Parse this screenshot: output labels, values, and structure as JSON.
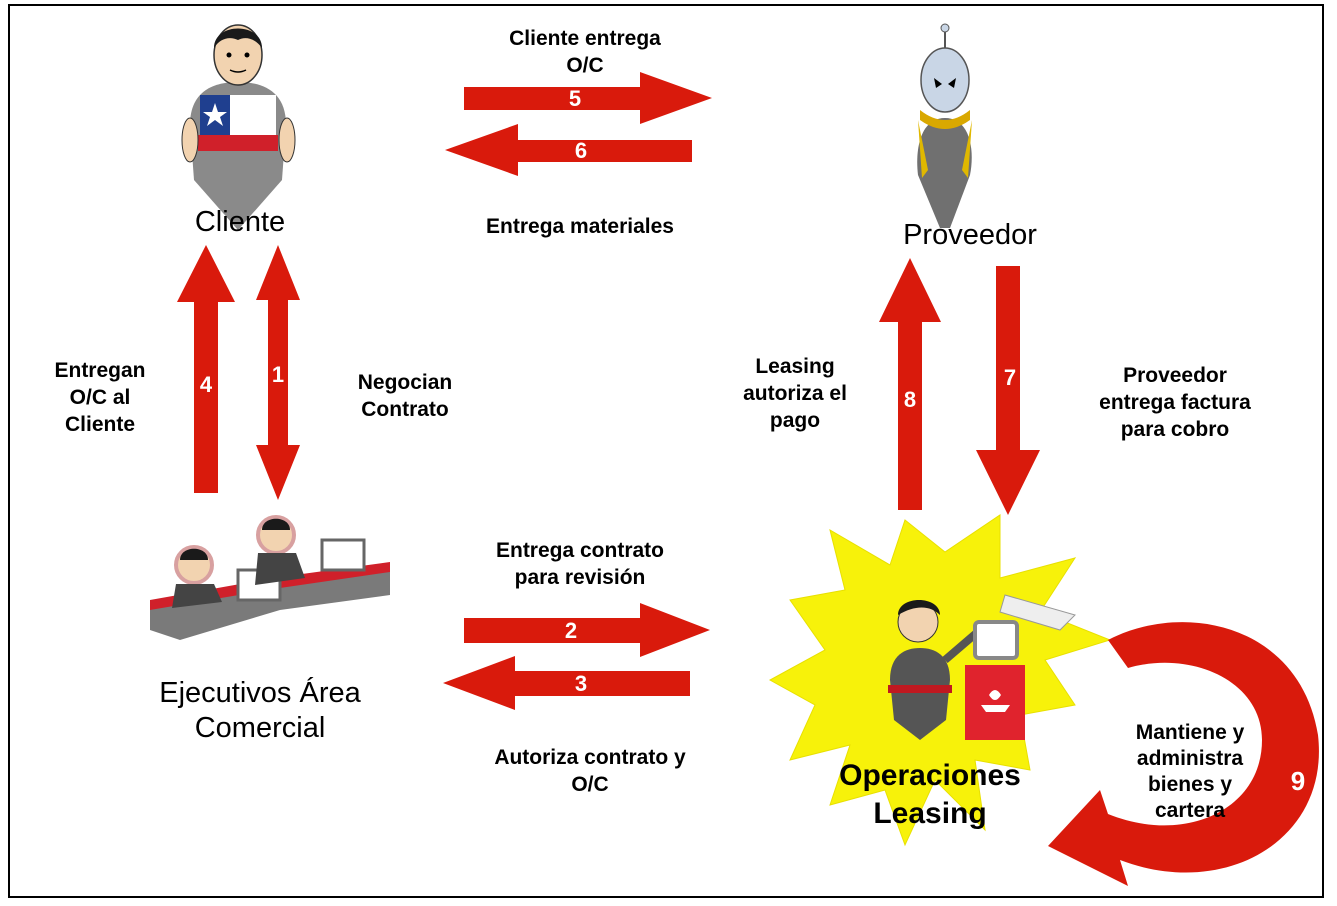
{
  "nodes": {
    "cliente": "Cliente",
    "proveedor": "Proveedor",
    "ejecutivos": [
      "Ejecutivos Área",
      "Comercial"
    ],
    "operaciones": [
      "Operaciones",
      "Leasing"
    ]
  },
  "steps": [
    {
      "number": "1",
      "label": [
        "Negocian",
        "Contrato"
      ]
    },
    {
      "number": "2",
      "label": [
        "Entrega contrato",
        "para revisión"
      ]
    },
    {
      "number": "3",
      "label": [
        "Autoriza contrato  y",
        "O/C"
      ]
    },
    {
      "number": "4",
      "label": [
        "Entregan",
        "O/C al",
        "Cliente"
      ]
    },
    {
      "number": "5",
      "label": [
        "Cliente entrega",
        "O/C"
      ]
    },
    {
      "number": "6",
      "label": [
        "Entrega materiales"
      ]
    },
    {
      "number": "7",
      "label": [
        "Proveedor",
        "entrega factura",
        "para cobro"
      ]
    },
    {
      "number": "8",
      "label": [
        "Leasing",
        "autoriza el",
        "pago"
      ]
    },
    {
      "number": "9",
      "label": [
        "Mantiene y",
        "administra",
        "bienes y",
        "cartera"
      ]
    }
  ],
  "colors": {
    "arrow": "#d91a0c",
    "burst": "#f7f20a",
    "flag_blue": "#1f3f8f",
    "flag_red": "#d0202a",
    "santander_red": "#e0232d"
  },
  "icons": [
    "cliente-person-icon",
    "proveedor-alien-icon",
    "ejecutivos-desk-icon",
    "operaciones-cashier-icon"
  ]
}
